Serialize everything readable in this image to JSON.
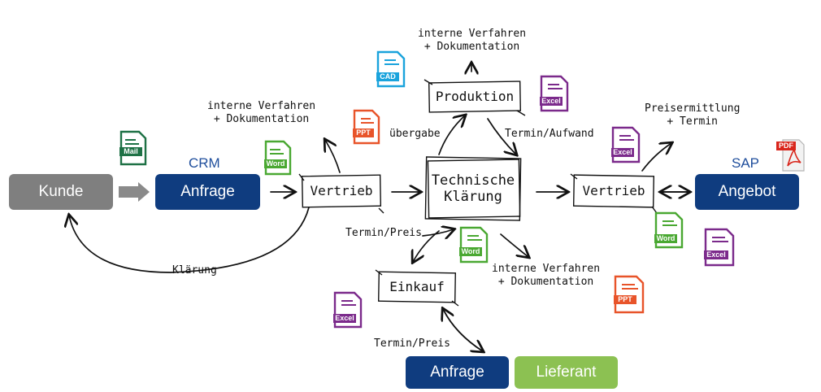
{
  "systems": {
    "crm_label": "CRM",
    "sap_label": "SAP"
  },
  "boxes": {
    "kunde": "Kunde",
    "anfrage_crm": "Anfrage",
    "angebot": "Angebot",
    "anfrage_lieferant": "Anfrage",
    "lieferant": "Lieferant"
  },
  "nodes": {
    "vertrieb_left": "Vertrieb",
    "technische": "Technische\nKlärung",
    "vertrieb_right": "Vertrieb",
    "produktion": "Produktion",
    "einkauf": "Einkauf"
  },
  "labels": {
    "intern_top": "interne Verfahren\n+ Dokumentation",
    "intern_left": "interne Verfahren\n+ Dokumentation",
    "intern_bottom": "interne Verfahren\n+ Dokumentation",
    "uebergabe": "übergabe",
    "termin_aufwand": "Termin/Aufwand",
    "preisermittlung": "Preisermittlung\n+ Termin",
    "termin_preis_1": "Termin/Preis",
    "termin_preis_2": "Termin/Preis",
    "klaerung": "Klärung"
  },
  "documents": {
    "mail": "Mail",
    "word_vertrieb": "Word",
    "ppt_vertrieb": "PPT",
    "cad": "CAD",
    "excel_produktion": "Excel",
    "excel_vertrieb": "Excel",
    "word_einkauf": "Word",
    "word_right": "Word",
    "excel_right": "Excel",
    "excel_einkauf": "Excel",
    "ppt_bottom": "PPT",
    "pdf": "PDF"
  },
  "colors": {
    "sap_crm_blue": "#0f3c7f",
    "label_blue": "#1f4e9c",
    "kunde_grey": "#7f7f7f",
    "lieferant_green": "#8cc152",
    "mail_green": "#1e7145",
    "word_green": "#4aa832",
    "ppt_red": "#e8542a",
    "excel_purple": "#7b2a8b",
    "cad_cyan": "#1aa3dc",
    "pdf_red": "#d9261c"
  }
}
